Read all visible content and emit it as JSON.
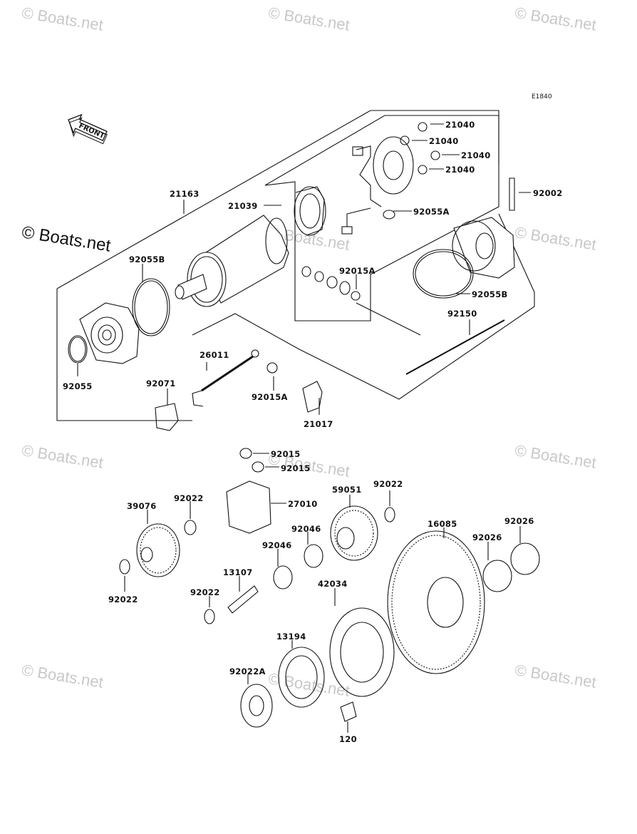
{
  "diagram_code": "E1840",
  "watermark": "© Boats.net",
  "front_label": "FRONT",
  "parts": {
    "p21163": "21163",
    "p21039": "21039",
    "p21040a": "21040",
    "p21040b": "21040",
    "p21040c": "21040",
    "p21040d": "21040",
    "p92002": "92002",
    "p92055A": "92055A",
    "p92055B_left": "92055B",
    "p92055B_right": "92055B",
    "p92015A_top": "92015A",
    "p92015A_bottom": "92015A",
    "p92150": "92150",
    "p92055": "92055",
    "p26011": "26011",
    "p92071": "92071",
    "p21017": "21017",
    "p92015a": "92015",
    "p92015b": "92015",
    "p27010": "27010",
    "p39076": "39076",
    "p92022_a": "92022",
    "p92022_b": "92022",
    "p92022_c": "92022",
    "p92022_d": "92022",
    "p59051": "59051",
    "p92046a": "92046",
    "p92046b": "92046",
    "p13107": "13107",
    "p16085": "16085",
    "p92026a": "92026",
    "p92026b": "92026",
    "p42034": "42034",
    "p13194": "13194",
    "p92022A": "92022A",
    "p120": "120"
  }
}
